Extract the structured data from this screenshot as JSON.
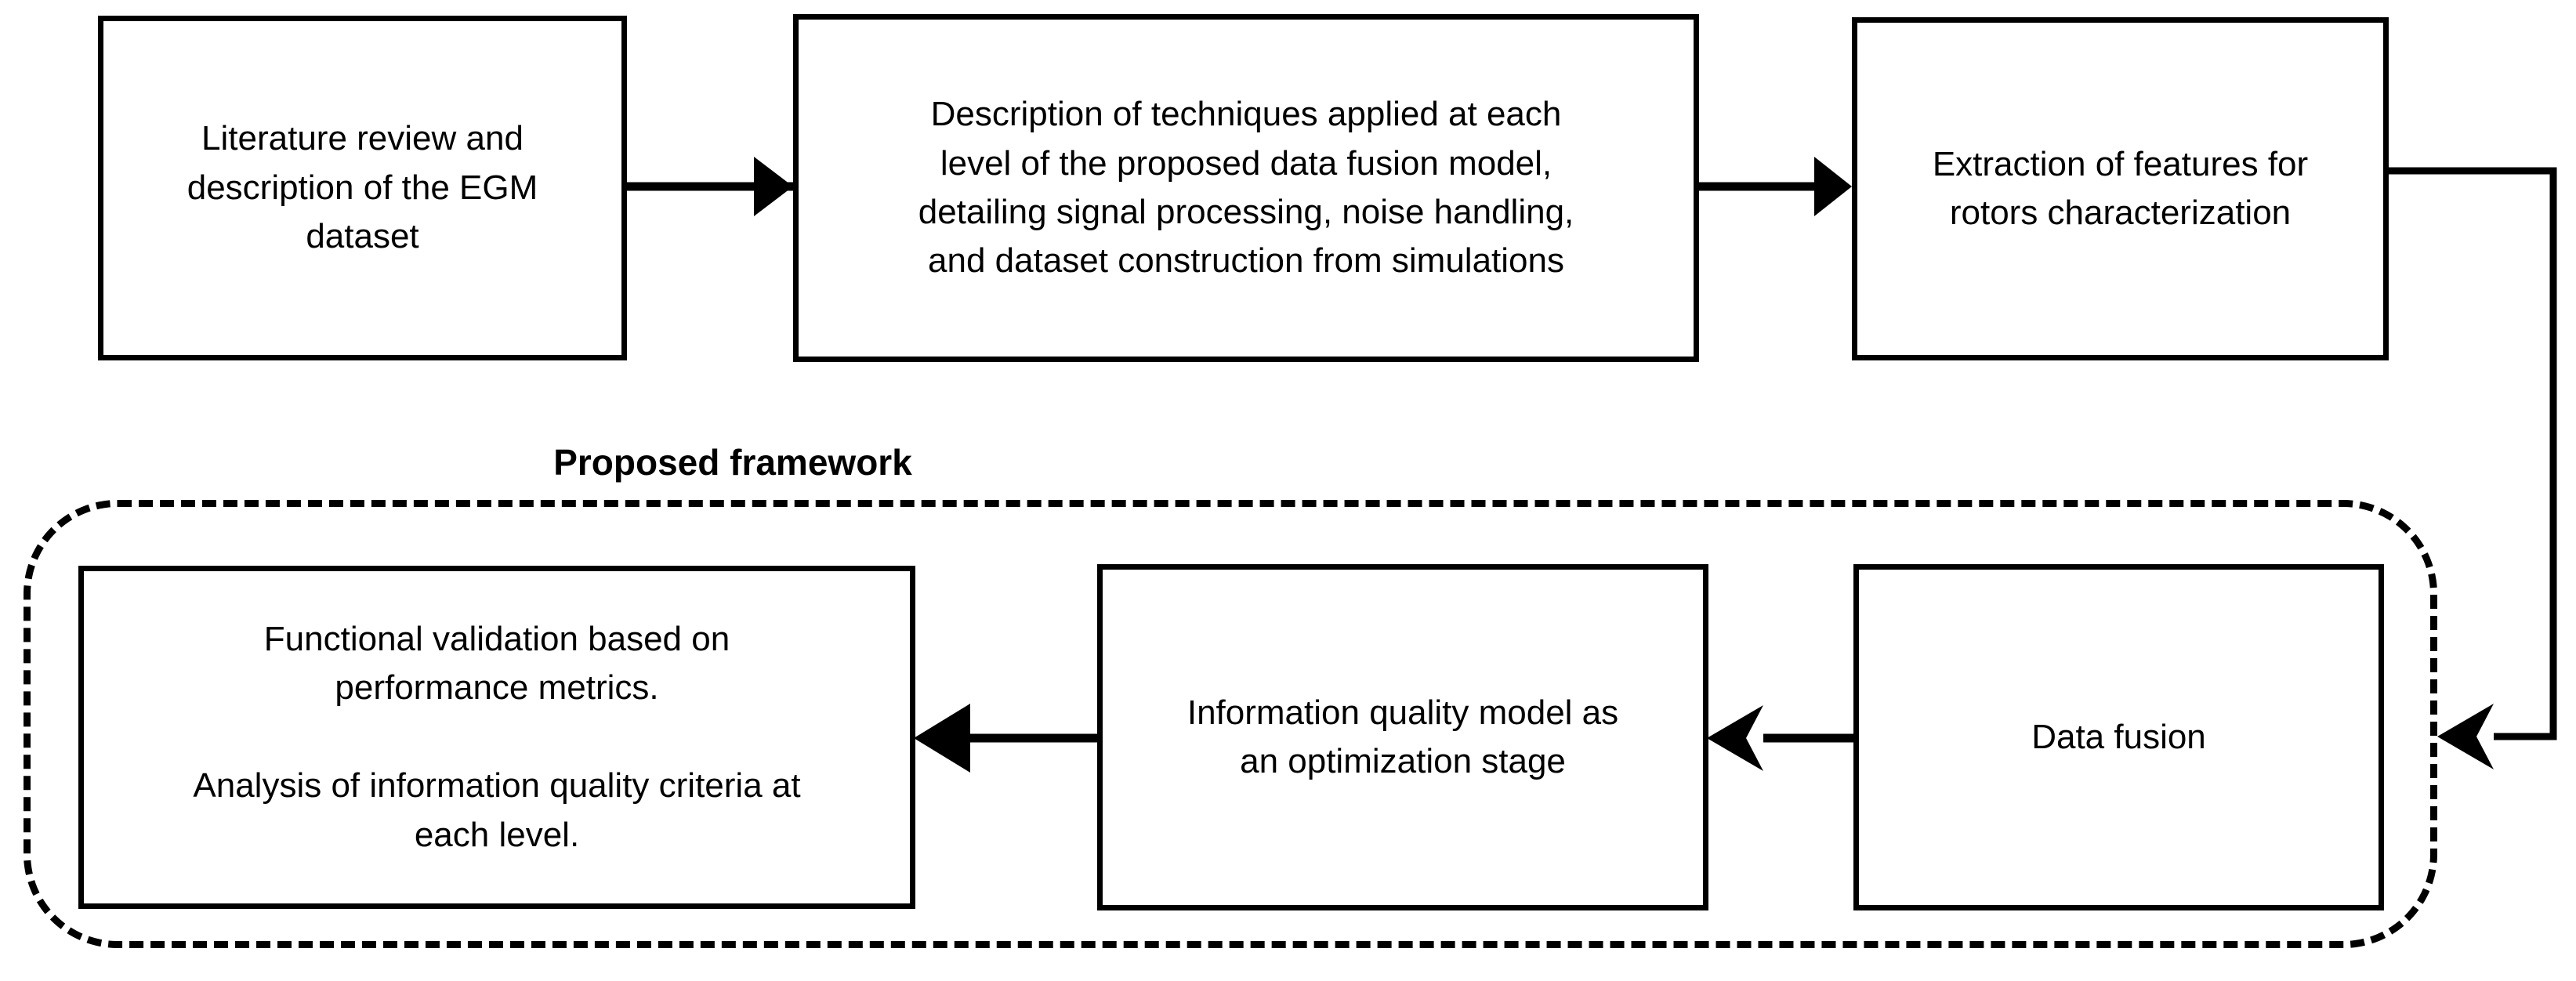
{
  "diagram": {
    "title": "Proposed framework methodology flowchart",
    "background_color": "#ffffff",
    "stroke_color": "#000000"
  },
  "framework": {
    "label": "Proposed framework",
    "border_style": "dashed",
    "border_color": "#000000"
  },
  "nodes": [
    {
      "id": "literature",
      "name": "literature-review-box",
      "text": "Literature review and\ndescription of the EGM\ndataset"
    },
    {
      "id": "description",
      "name": "description-of-techniques-box",
      "text": "Description of techniques applied at each\nlevel of the proposed data fusion model,\ndetailing signal processing,   noise handling,\nand dataset construction from simulations"
    },
    {
      "id": "extraction",
      "name": "extraction-of-features-box",
      "text": "Extraction of features for\nrotors characterization"
    },
    {
      "id": "validation",
      "name": "functional-validation-box",
      "text": "Functional validation based on\nperformance metrics.\n\nAnalysis of information quality criteria at\neach level."
    },
    {
      "id": "infoquality",
      "name": "information-quality-model-box",
      "text": "Information quality model as\nan optimization stage"
    },
    {
      "id": "datafusion",
      "name": "data-fusion-box",
      "text": "Data fusion"
    }
  ],
  "edges": [
    {
      "id": "e1",
      "from": "literature",
      "to": "description",
      "direction": "right",
      "style": "solid"
    },
    {
      "id": "e2",
      "from": "description",
      "to": "extraction",
      "direction": "right",
      "style": "solid"
    },
    {
      "id": "e3",
      "from": "extraction",
      "to": "framework",
      "direction": "left",
      "style": "solid",
      "routing": "right-down-left"
    },
    {
      "id": "e4",
      "from": "datafusion",
      "to": "infoquality",
      "direction": "left",
      "style": "solid"
    },
    {
      "id": "e5",
      "from": "infoquality",
      "to": "validation",
      "direction": "left",
      "style": "solid"
    }
  ]
}
